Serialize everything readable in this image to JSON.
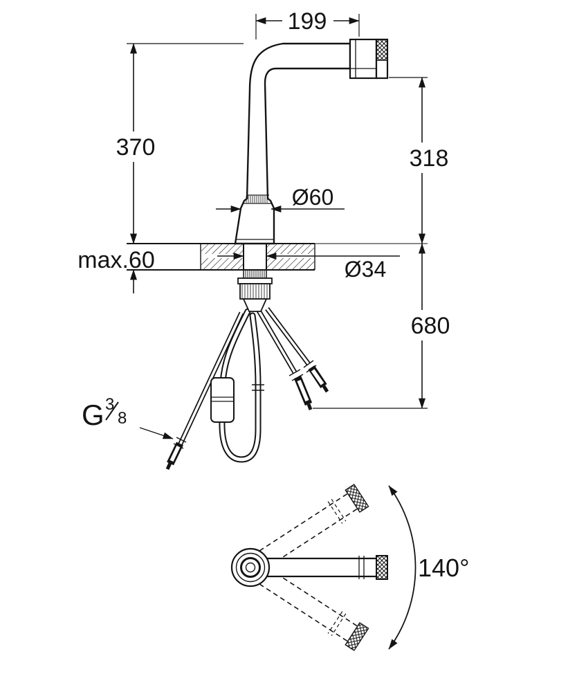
{
  "drawing": {
    "dims": {
      "spout_reach": "199",
      "height_above_deck": "370",
      "outlet_height": "318",
      "body_diameter": "Ø60",
      "max_deck_thickness": "max.60",
      "hole_diameter": "Ø34",
      "hose_length_below": "680",
      "swivel_angle": "140°",
      "thread": {
        "letter": "G",
        "numerator": "3",
        "denominator": "8"
      }
    }
  }
}
